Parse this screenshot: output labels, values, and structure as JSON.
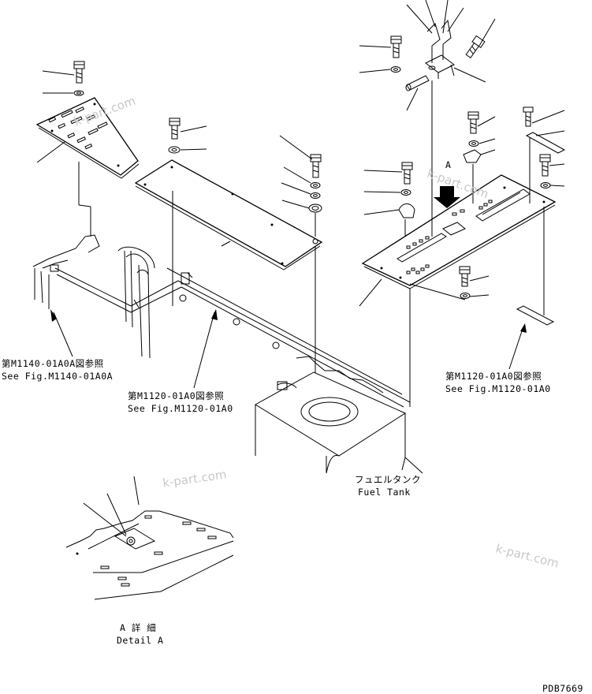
{
  "labels": {
    "ref_left_jp": "第M1140-01A0A図参照",
    "ref_left_en": "See Fig.M1140-01A0A",
    "ref_mid_jp": "第M1120-01A0図参照",
    "ref_mid_en": "See Fig.M1120-01A0",
    "ref_right_jp": "第M1120-01A0図参照",
    "ref_right_en": "See Fig.M1120-01A0",
    "fuel_jp": "フュエルタンク",
    "fuel_en": "Fuel Tank",
    "view_a": "A",
    "detail_jp": "A 詳 細",
    "detail_en": "Detail A",
    "drawing_no": "PDB7669"
  },
  "watermarks": [
    "k-part.com",
    "k-part.com",
    "k-part.com",
    "k-part.com"
  ],
  "colors": {
    "line": "#000000",
    "watermark": "#c8c8c8",
    "background": "#ffffff"
  }
}
